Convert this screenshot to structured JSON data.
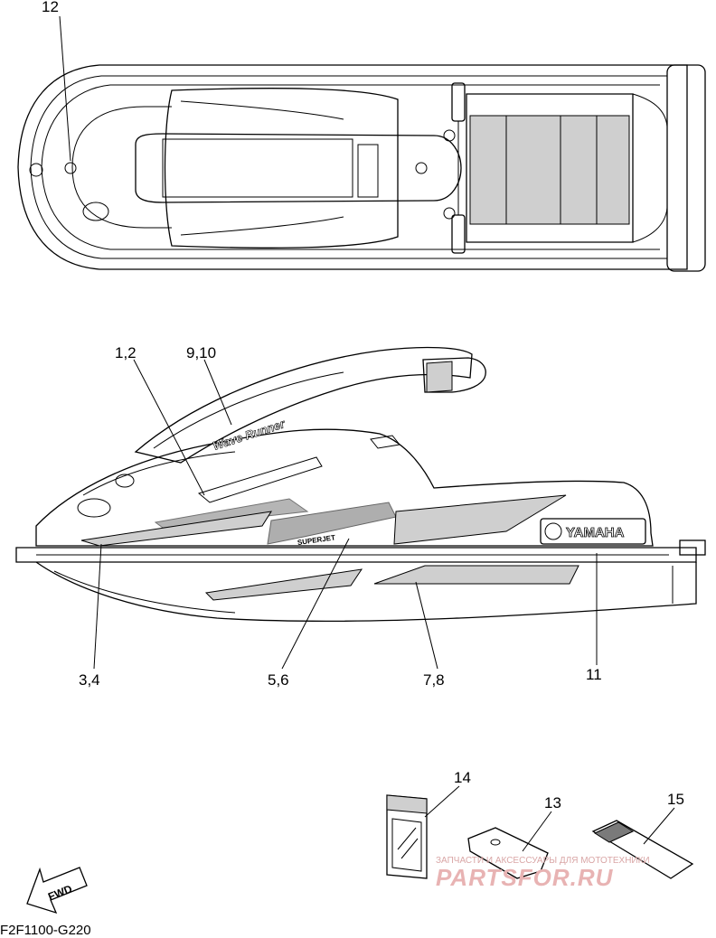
{
  "callouts": {
    "c12": "12",
    "c1_2": "1,2",
    "c9_10": "9,10",
    "c3_4": "3,4",
    "c5_6": "5,6",
    "c7_8": "7,8",
    "c11": "11",
    "c14": "14",
    "c13": "13",
    "c15": "15"
  },
  "decals": {
    "wave_runner": "Wave Runner",
    "superjet": "SUPERJET",
    "yamaha": "YAMAHA"
  },
  "fwd_label": "FWD",
  "part_code": "F2F1100-G220",
  "watermark": {
    "tagline": "ЗАПЧАСТИ И АКСЕССУАРЫ ДЛЯ МОТОТЕХНИКИ",
    "brand": "PARTSFOR.RU"
  }
}
